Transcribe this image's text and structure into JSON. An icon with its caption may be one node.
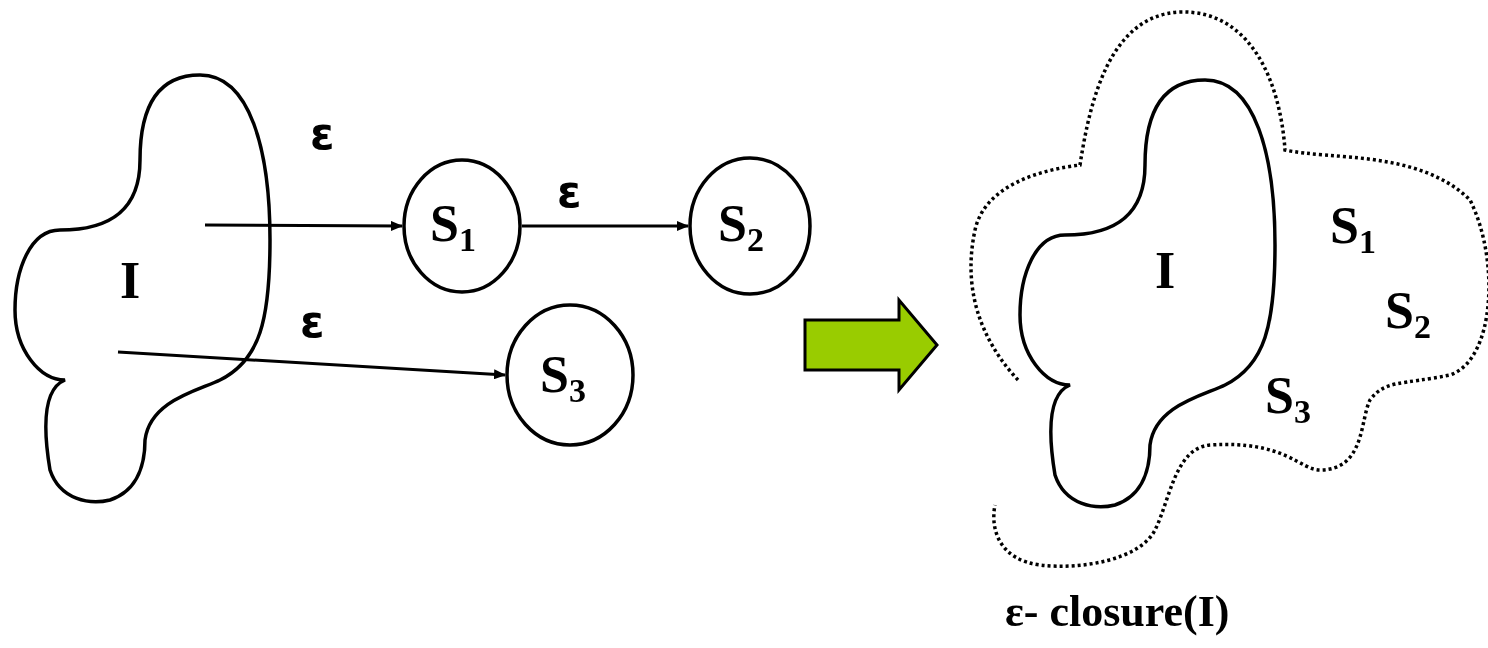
{
  "diagram": {
    "nodes": [
      {
        "text": [
          "I"
        ]
      },
      {
        "text": [
          "S$_{1}$"
        ]
      },
      {
        "text": [
          "S$_{2}$"
        ]
      },
      {
        "text": [
          "S$_{3}$"
        ]
      },
      {
        "text": [
          "S$_{1}$",
          "S$_{2}$",
          "S$_{3}$",
          "ε- closure(I)"
        ]
      },
      {
        "text": [
          "I"
        ],
        "in": 4
      }
    ],
    "edges": [
      {
        "from": 0,
        "to": 1,
        "arrow": "to",
        "label": "ε"
      },
      {
        "from": 1,
        "to": 2,
        "arrow": "to",
        "label": "ε"
      },
      {
        "from": 0,
        "to": 3,
        "arrow": "to",
        "label": "ε"
      },
      {
        "from": null,
        "to": 4,
        "arrow": "to",
        "style": "thick",
        "color": "#99cc00"
      }
    ]
  }
}
